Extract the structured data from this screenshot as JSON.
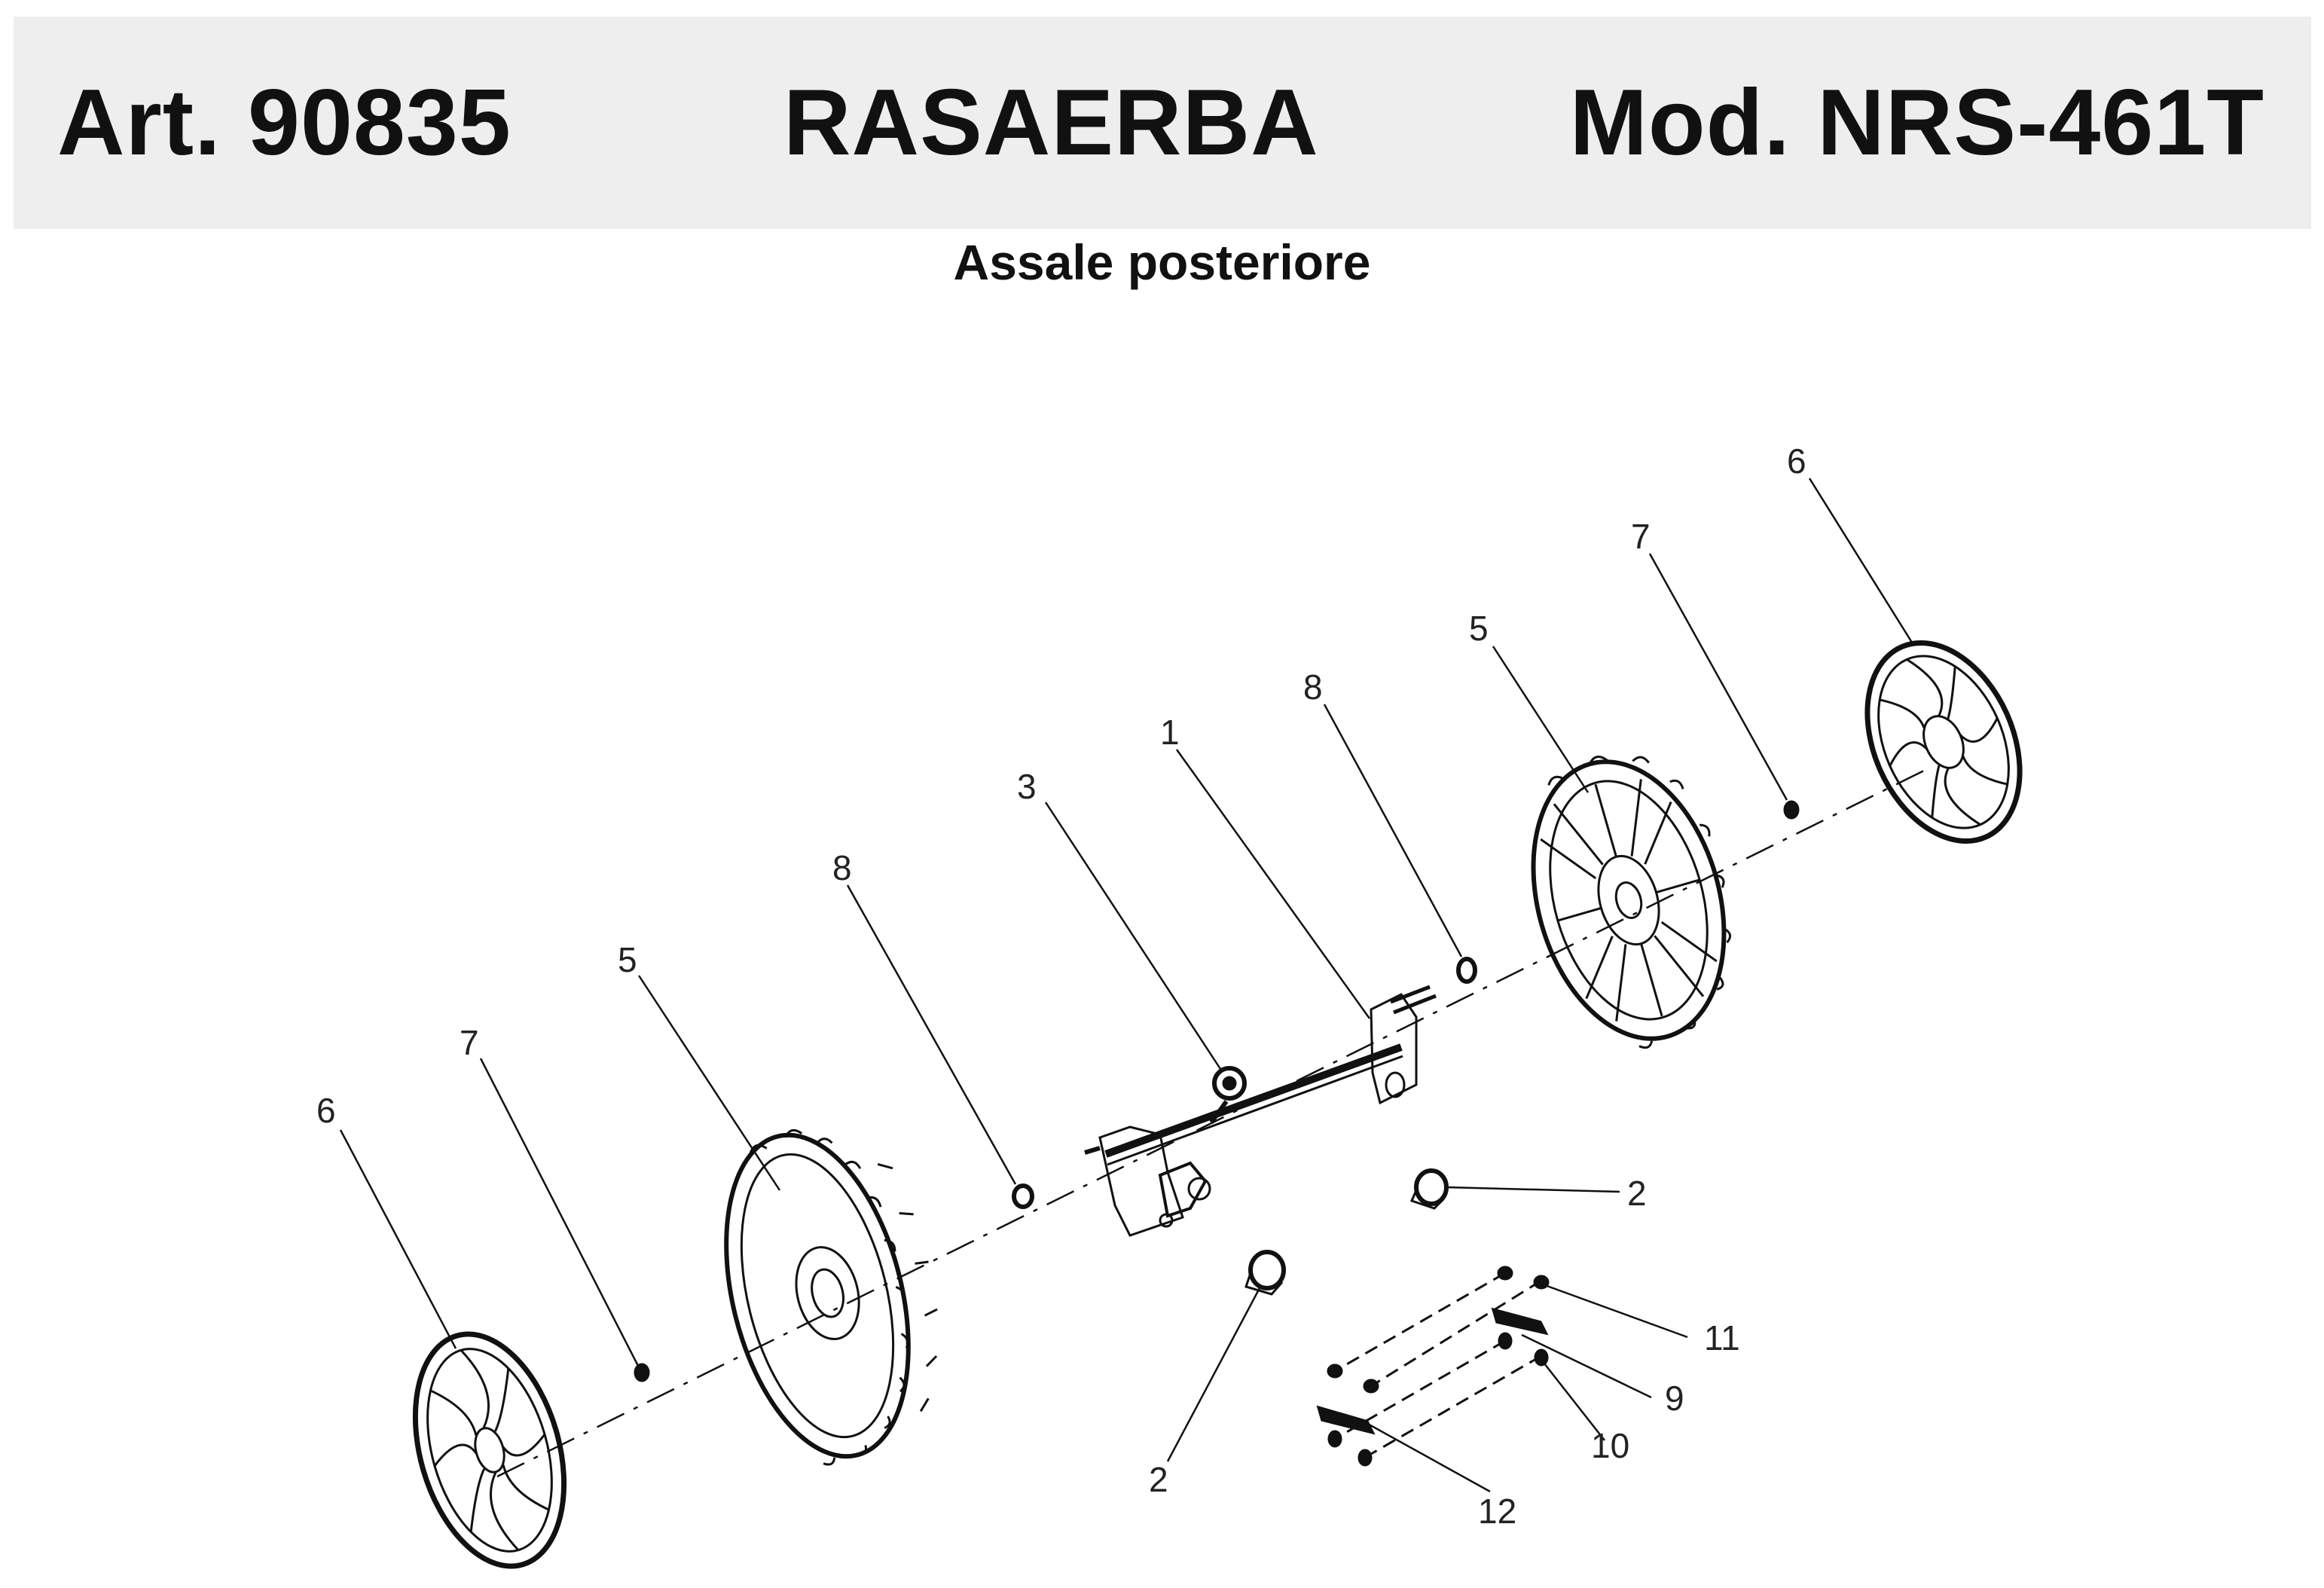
{
  "header": {
    "article": "Art. 90835",
    "product": "RASAERBA",
    "model": "Mod. NRS-461T"
  },
  "subtitle": "Assale posteriore",
  "callouts": {
    "c1": "1",
    "c2a": "2",
    "c2b": "2",
    "c3": "3",
    "c5a": "5",
    "c5b": "5",
    "c6a": "6",
    "c6b": "6",
    "c7a": "7",
    "c7b": "7",
    "c8a": "8",
    "c8b": "8",
    "c9": "9",
    "c10": "10",
    "c11": "11",
    "c12": "12"
  },
  "colors": {
    "ink": "#111111",
    "header_bg": "#eeeeee"
  }
}
